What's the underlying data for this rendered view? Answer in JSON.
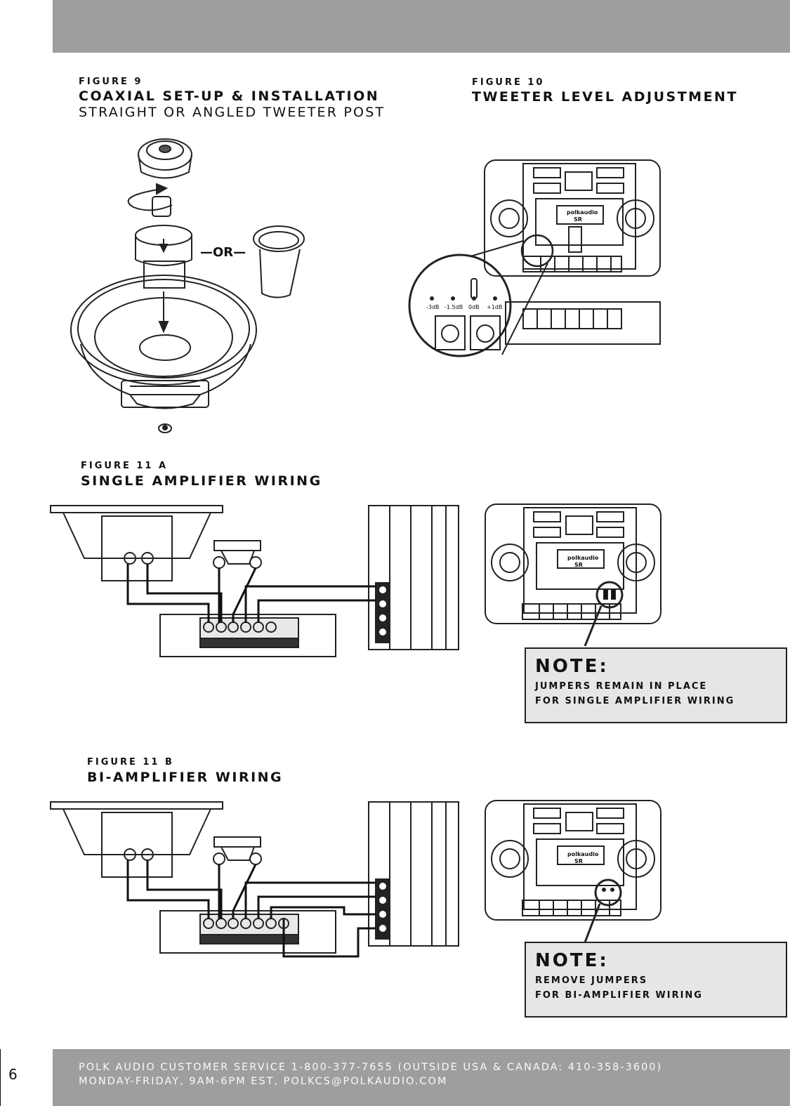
{
  "figure9": {
    "number": "FIGURE 9",
    "title": "COAXIAL SET-UP & INSTALLATION",
    "subtitle": "STRAIGHT OR ANGLED TWEETER POST",
    "or_label": "—OR—"
  },
  "figure10": {
    "number": "FIGURE 10",
    "title": "TWEETER LEVEL ADJUSTMENT",
    "level_labels": [
      "-3dB",
      "-1.5dB",
      "0dB",
      "+1dB"
    ]
  },
  "figure11a": {
    "number": "FIGURE 11 A",
    "title": "SINGLE AMPLIFIER WIRING",
    "note_title": "NOTE:",
    "note_line1": "JUMPERS REMAIN IN PLACE",
    "note_line2": "FOR SINGLE AMPLIFIER WIRING"
  },
  "figure11b": {
    "number": "FIGURE 11 B",
    "title": "BI-AMPLIFIER WIRING",
    "note_title": "NOTE:",
    "note_line1": "REMOVE JUMPERS",
    "note_line2": "FOR BI-AMPLIFIER WIRING"
  },
  "crossover_logo": "polkaudio",
  "crossover_model": "SR",
  "footer": {
    "line1": "POLK AUDIO CUSTOMER SERVICE 1-800-377-7655 (OUTSIDE USA & CANADA: 410-358-3600)",
    "line2": "MONDAY-FRIDAY, 9AM-6PM EST, POLKCS@POLKAUDIO.COM"
  },
  "page_number": "6",
  "colors": {
    "bar_gray": "#9e9e9e",
    "note_fill": "#e6e6e6",
    "ink": "#111111"
  }
}
